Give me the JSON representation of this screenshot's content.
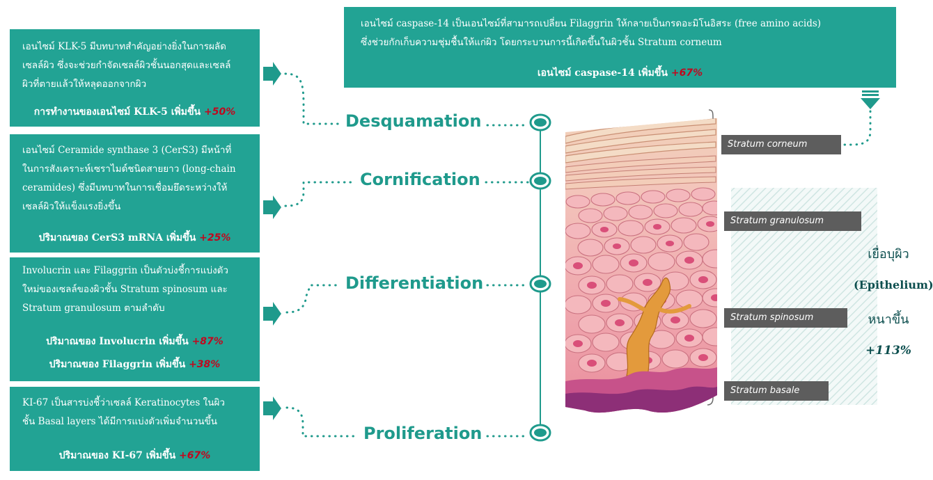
{
  "colors": {
    "box": "#22a394",
    "stage": "#1f9a8c",
    "percent": "#c0081e",
    "label": "#5d5d5d"
  },
  "top_box": {
    "line1": "เอนไซม์ caspase-14 เป็นเอนไซม์ที่สามารถเปลี่ยน Filaggrin ให้กลายเป็นกรดอะมิโนอิสระ (free amino acids)",
    "line2": "ซึ่งช่วยกักเก็บความชุ่มชื้นให้แก่ผิว โดยกระบวนการนี้เกิดขึ้นในผิวชั้น Stratum corneum",
    "stat": "เอนไซม์ caspase-14 เพิ่มขึ้น",
    "pct": "+67%"
  },
  "boxes": {
    "klk5": {
      "lines": [
        "เอนไซม์ KLK-5 มีบทบาทสำคัญอย่างยิ่งในการผลัด",
        "เซลล์ผิว ซึ่งจะช่วยกำจัดเซลล์ผิวชั้นนอกสุดและเซลล์",
        "ผิวที่ตายแล้วให้หลุดออกจากผิว"
      ],
      "stat": "การทำงานของเอนไซม์ KLK-5 เพิ่มขึ้น",
      "pct": "+50%"
    },
    "cers3": {
      "lines": [
        "เอนไซม์ Ceramide synthase 3 (CerS3) มีหน้าที่",
        "ในการสังเคราะห์เซราไมด์ชนิดสายยาว (long-chain",
        "ceramides) ซึ่งมีบทบาทในการเชื่อมยึดระหว่างให้",
        "เซลล์ผิวให้แข็งแรงยิ่งขึ้น"
      ],
      "stat": "ปริมาณของ CerS3 mRNA เพิ่มขึ้น",
      "pct": "+25%"
    },
    "invol": {
      "lines": [
        "Involucrin และ Filaggrin เป็นตัวบ่งชี้การแบ่งตัว",
        "ใหม่ของเซลล์ของผิวชั้น Stratum spinosum และ",
        "Stratum granulosum ตามลำดับ"
      ],
      "stat1": "ปริมาณของ Involucrin เพิ่มขึ้น",
      "pct1": "+87%",
      "stat2": "ปริมาณของ Filaggrin เพิ่มขึ้น",
      "pct2": "+38%"
    },
    "ki67": {
      "lines": [
        "KI-67 เป็นสารบ่งชี้ว่าเซลล์ Keratinocytes ในผิว",
        "ชั้น Basal layers ได้มีการแบ่งตัวเพิ่มจำนวนขึ้น"
      ],
      "stat": "ปริมาณของ KI-67 เพิ่มขึ้น",
      "pct": "+67%"
    }
  },
  "stages": [
    "Desquamation",
    "Cornification",
    "Differentiation",
    "Proliferation"
  ],
  "layers": [
    "Stratum corneum",
    "Stratum granulosum",
    "Stratum spinosum",
    "Stratum basale"
  ],
  "epithelium": {
    "line1": "เยื่อบุผิว",
    "line2": "(Epithelium)",
    "line3": "หนาขึ้น",
    "pct": "+113%"
  }
}
